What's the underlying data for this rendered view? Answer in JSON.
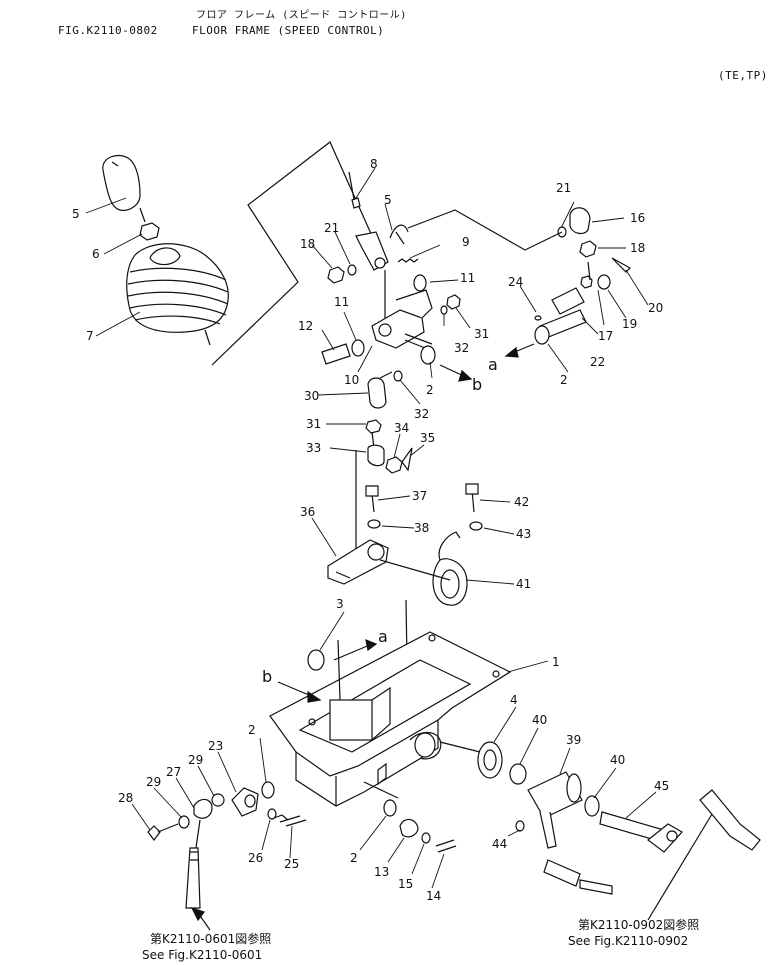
{
  "header": {
    "japanese_title": "フロア フレーム (スピード コントロール)",
    "figure_number": "FIG.K2110-0802",
    "title": "FLOOR FRAME (SPEED CONTROL)",
    "model_code": "(TE,TP)"
  },
  "references": [
    {
      "japanese": "第K2110-0601図参照",
      "english": "See Fig.K2110-0601"
    },
    {
      "japanese": "第K2110-0902図参照",
      "english": "See Fig.K2110-0902"
    }
  ],
  "view_markers": [
    "a",
    "b"
  ],
  "callouts": [
    "1",
    "2",
    "3",
    "4",
    "5",
    "6",
    "7",
    "8",
    "9",
    "10",
    "11",
    "12",
    "13",
    "14",
    "15",
    "16",
    "17",
    "18",
    "19",
    "20",
    "21",
    "22",
    "23",
    "24",
    "25",
    "26",
    "27",
    "28",
    "29",
    "30",
    "31",
    "32",
    "33",
    "34",
    "35",
    "36",
    "37",
    "38",
    "39",
    "40",
    "41",
    "42",
    "43",
    "44",
    "45"
  ]
}
